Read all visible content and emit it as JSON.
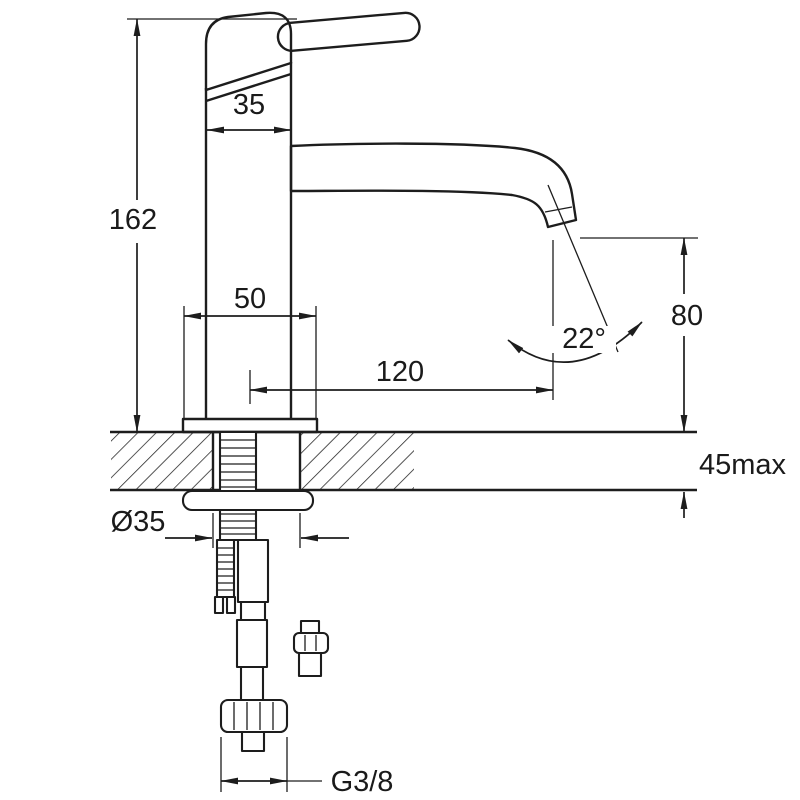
{
  "drawing": {
    "subject": "Single-lever basin faucet — dimensional side elevation with mounting hardware",
    "background": "#ffffff",
    "line_color": "#1d1d1d",
    "labels": {
      "body_diameter": "35",
      "total_height": "162",
      "base_diameter": "50",
      "spout_reach": "120",
      "spout_angle": "22°",
      "spout_height": "80",
      "counter_thickness_max": "45max",
      "hole_diameter": "Ø35",
      "connection_thread": "G3/8"
    }
  }
}
